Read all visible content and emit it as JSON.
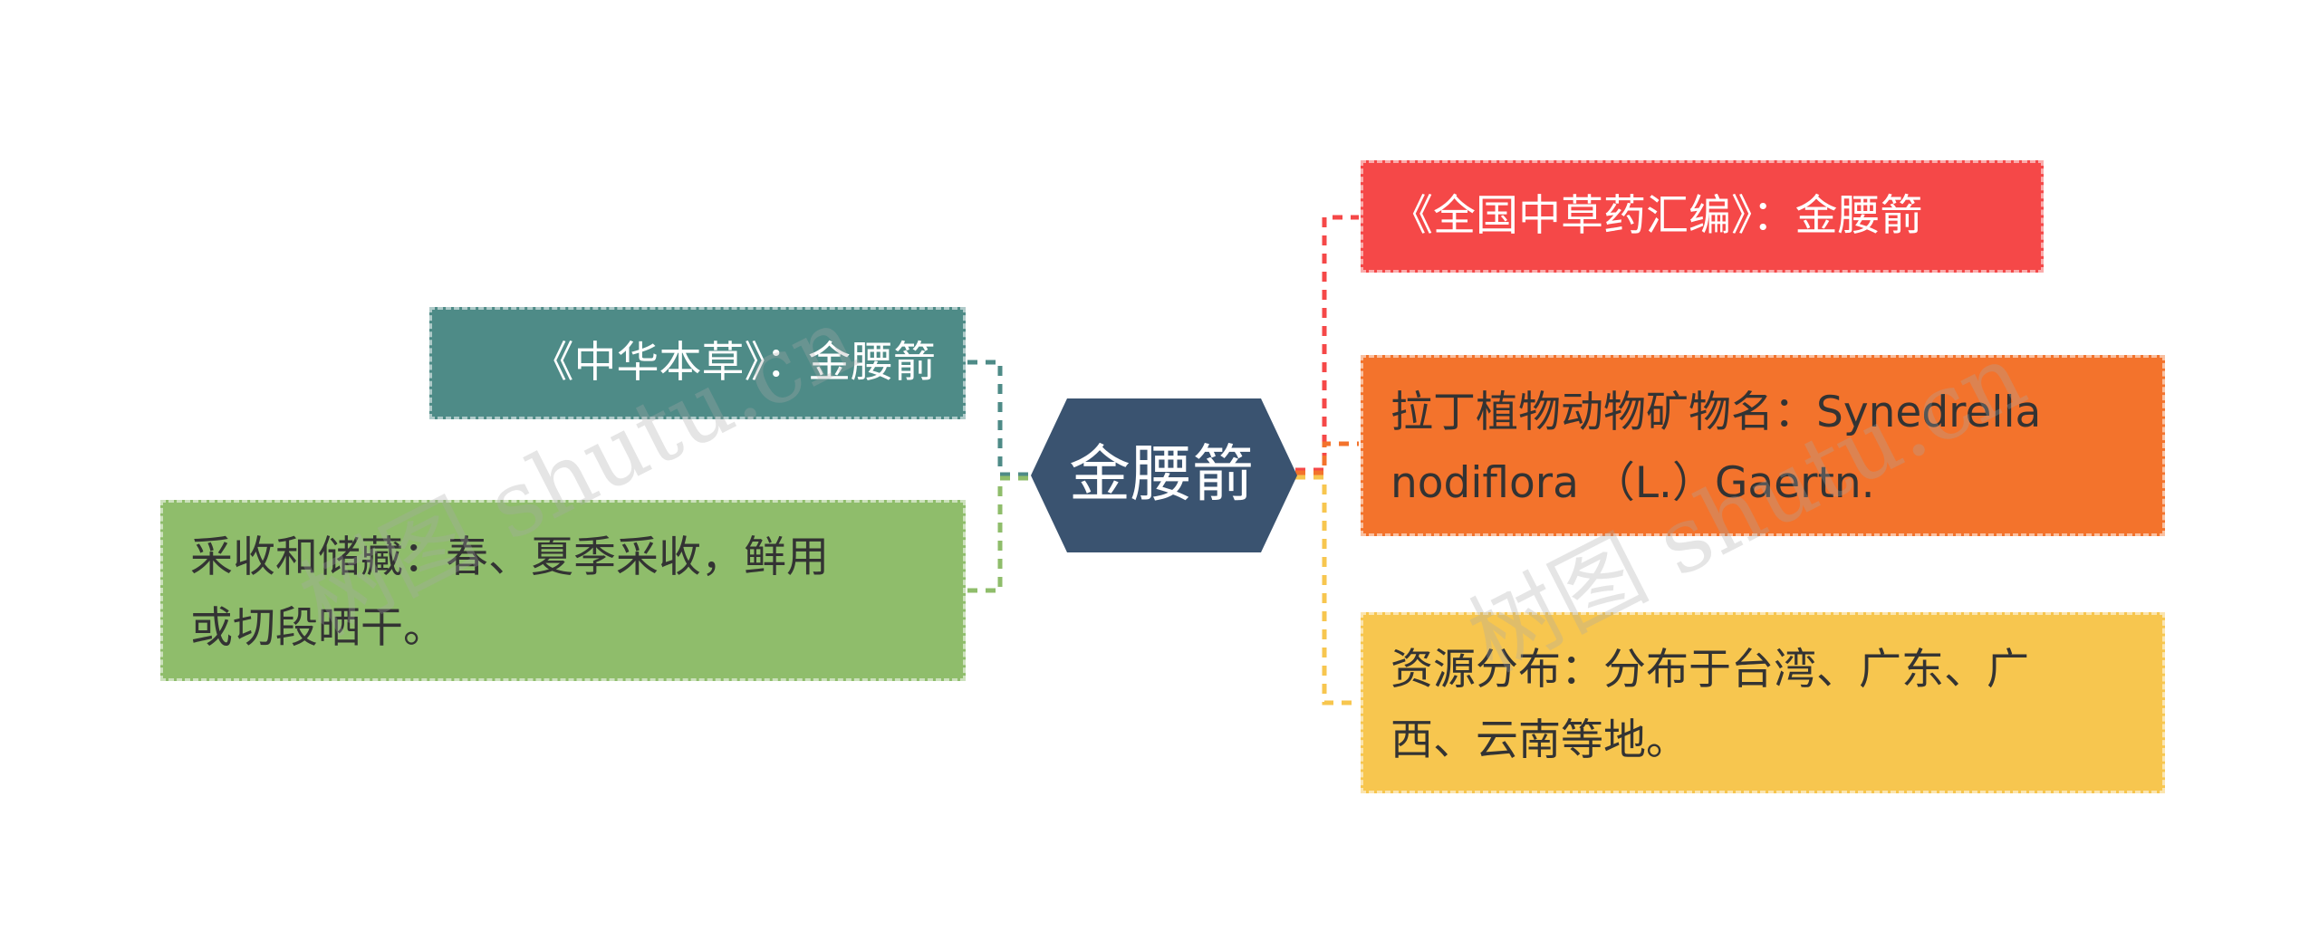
{
  "root": {
    "label": "金腰箭",
    "color": "#3a5370"
  },
  "branches_left": [
    {
      "id": "zhonghua",
      "lines": [
        "《中华本草》：金腰箭"
      ],
      "color": "#4e8b87",
      "connector_color": "#4e8b87"
    },
    {
      "id": "caishou",
      "lines": [
        "采收和储藏：春、夏季采收，鲜用",
        "或切段晒干。"
      ],
      "color": "#8fbd6b",
      "connector_color": "#8fbd6b"
    }
  ],
  "branches_right": [
    {
      "id": "quanguo",
      "lines": [
        "《全国中草药汇编》：金腰箭"
      ],
      "color": "#f54848",
      "connector_color": "#f54848"
    },
    {
      "id": "lading",
      "lines": [
        "拉丁植物动物矿物名：Synedrella",
        "nodiflora （L.）Gaertn."
      ],
      "color": "#f3732c",
      "connector_color": "#f3732c"
    },
    {
      "id": "ziyuan",
      "lines": [
        "资源分布：分布于台湾、广东、广",
        "西、云南等地。"
      ],
      "color": "#f7c64f",
      "connector_color": "#f7c64f"
    }
  ],
  "watermark": {
    "text": "树图 shutu.cn"
  }
}
